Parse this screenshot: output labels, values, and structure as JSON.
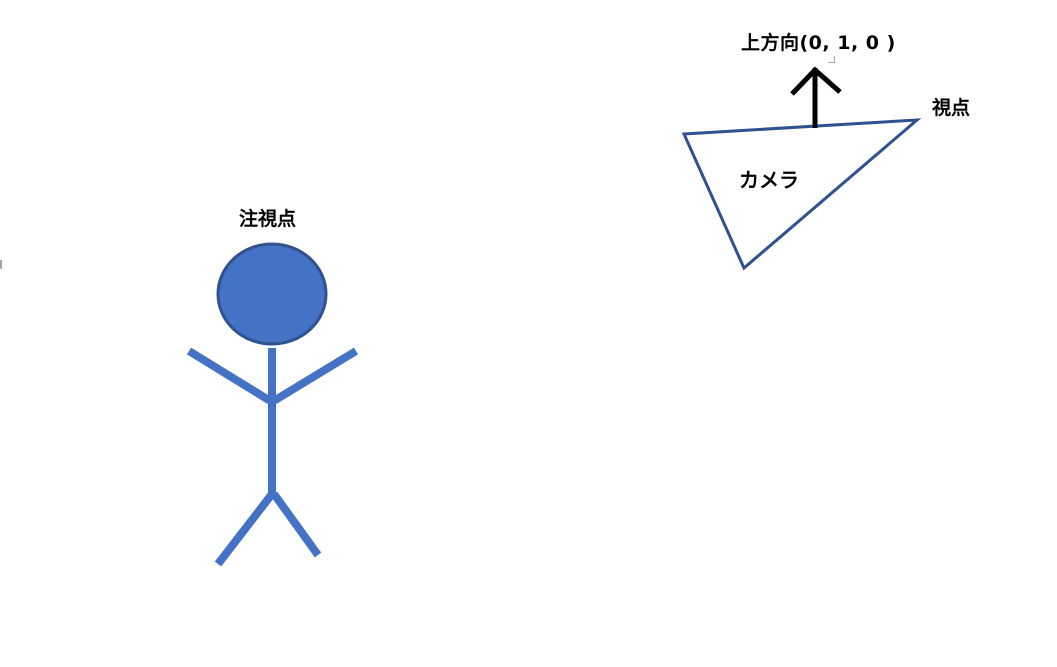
{
  "labels": {
    "target": "注視点",
    "camera": "カメラ",
    "eye": "視点",
    "up": "上方向(0, 1, 0 )"
  },
  "colors": {
    "figure_fill": "#4472c4",
    "figure_outline": "#2f528f",
    "camera_outline": "#2f528f",
    "arrow": "#000000"
  }
}
